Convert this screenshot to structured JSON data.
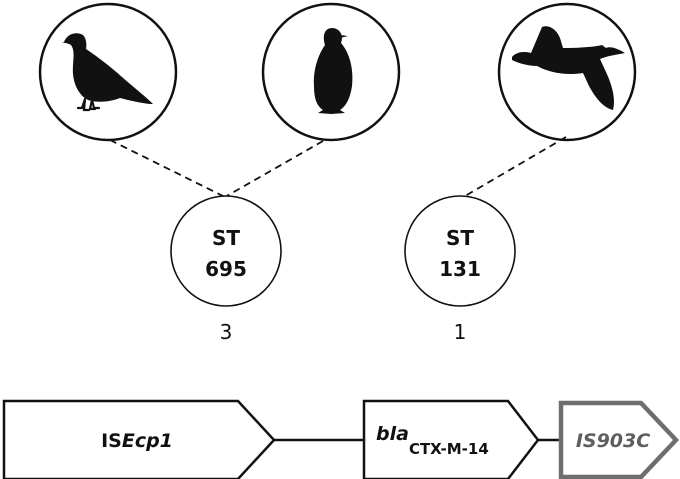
{
  "hosts": [
    {
      "name": "pigeon-icon"
    },
    {
      "name": "penguin-icon"
    },
    {
      "name": "albatross-icon"
    }
  ],
  "sequence_types": [
    {
      "label_line1": "ST",
      "label_line2": "695",
      "count": "3"
    },
    {
      "label_line1": "ST",
      "label_line2": "131",
      "count": "1"
    }
  ],
  "genetic_context": {
    "element1": {
      "prefix": "IS",
      "italic": "Ecp1"
    },
    "element2": {
      "italic": "bla",
      "subscript": "CTX-M-14"
    },
    "element3": {
      "label": "IS903C"
    }
  },
  "colors": {
    "stroke": "#111111",
    "element3_stroke": "#6e6e6e",
    "element3_text": "#5e5e5e"
  }
}
